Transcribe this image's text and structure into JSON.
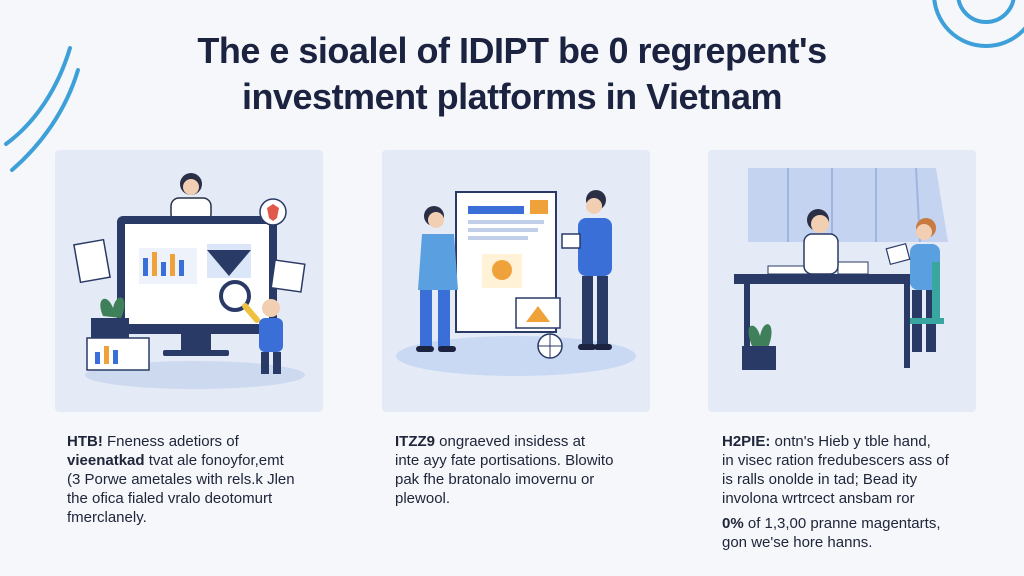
{
  "colors": {
    "background": "#f5f7fb",
    "panel": "#e4ebf7",
    "accent_blue": "#3a6fd8",
    "deco_blue": "#3ea0d8",
    "ink": "#1b2340",
    "accent_orange": "#f0a23a",
    "plant_green": "#3f7f5a"
  },
  "title": {
    "line1": "The e sioalel of IDIPT be 0 regrepent's",
    "line2": "investment platforms in Vietnam"
  },
  "panels": [
    {
      "illustration": "monitor-analytics-illustration"
    },
    {
      "illustration": "presentation-board-illustration"
    },
    {
      "illustration": "office-desk-illustration"
    }
  ],
  "captions": [
    {
      "lead": "HTB!",
      "line1_rest": " Fneness adetiors of",
      "line2_lead": "vieenatkad",
      "line2_rest": " tvat ale fonoyfor,emt",
      "line3": "(3 Porwe ametales with rels.k Jlen",
      "line4": "the ofica fialed vralo deotomurt",
      "line5": "fmerclanely."
    },
    {
      "lead": "ITZZ9",
      "line1_rest": " ongraeved insidess at",
      "line2": "inte ayy fate portisations. Blowito",
      "line3": "pak fhe bratonalo imovernu or",
      "line4": "plewool."
    },
    {
      "lead": "H2PIE:",
      "line1_rest": " ontn's Hieb y tble hand,",
      "line2": "in visec ration fredubescers ass of",
      "line3": "is ralls onolde in tad; Bead ity",
      "line4": "involona wrtrcect ansbam ror",
      "line5_lead": "0%",
      "line5_rest": " of 1,3,00 pranne magentarts,",
      "line6": "gon we'se hore hanns."
    }
  ]
}
